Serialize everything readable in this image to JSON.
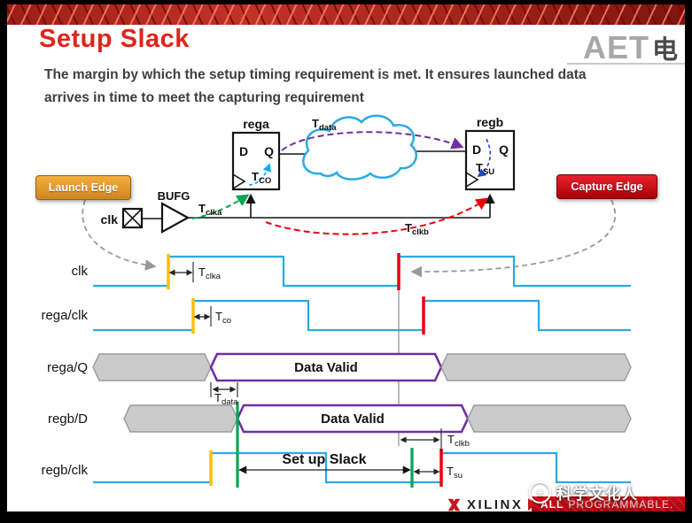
{
  "slide": {
    "title": "Setup Slack",
    "description": [
      "The margin by which the setup timing requirement is met. It ensures launched data",
      "arrives in time to meet the capturing requirement"
    ]
  },
  "logos": {
    "aet": "AET",
    "aet_cn": "电",
    "xilinx": "XILINX",
    "tagline_all": "ALL",
    "tagline_rest": "PROGRAMMABLE.",
    "watermark": "科学文化人"
  },
  "icons": {
    "watermark_badge": "❋"
  },
  "badges": {
    "launch": "Launch Edge",
    "capture": "Capture Edge"
  },
  "circuit": {
    "rega": "rega",
    "regb": "regb",
    "d": "D",
    "q": "Q",
    "bufg": "BUFG",
    "clk": "clk",
    "t_clka": {
      "base": "T",
      "sub": "clka"
    },
    "t_clkb": {
      "base": "T",
      "sub": "clkb"
    },
    "t_co": {
      "base": "T",
      "sub": "CO"
    },
    "t_su": {
      "base": "T",
      "sub": "SU"
    },
    "t_data": {
      "base": "T",
      "sub": "data"
    }
  },
  "waveform": {
    "row_labels": [
      "clk",
      "rega/clk",
      "rega/Q",
      "regb/D",
      "regb/clk"
    ],
    "t_clka": {
      "base": "T",
      "sub": "clka"
    },
    "t_co": {
      "base": "T",
      "sub": "co"
    },
    "t_data": {
      "base": "T",
      "sub": "data"
    },
    "t_clkb": {
      "base": "T",
      "sub": "clkb"
    },
    "t_su": {
      "base": "T",
      "sub": "su"
    },
    "data_valid": "Data Valid",
    "setup_slack": "Set up Slack"
  },
  "colors": {
    "title_red": "#E0241C",
    "wave_cyan": "#29ABE2",
    "edge_yellow": "#FFC000",
    "edge_red": "#E8000D",
    "green": "#00A651",
    "purple": "#7030A0",
    "cyan_label": "#00AEEF",
    "blue_label": "#1F49C7",
    "badge_orange": "#E09326",
    "badge_red": "#C3000F"
  }
}
